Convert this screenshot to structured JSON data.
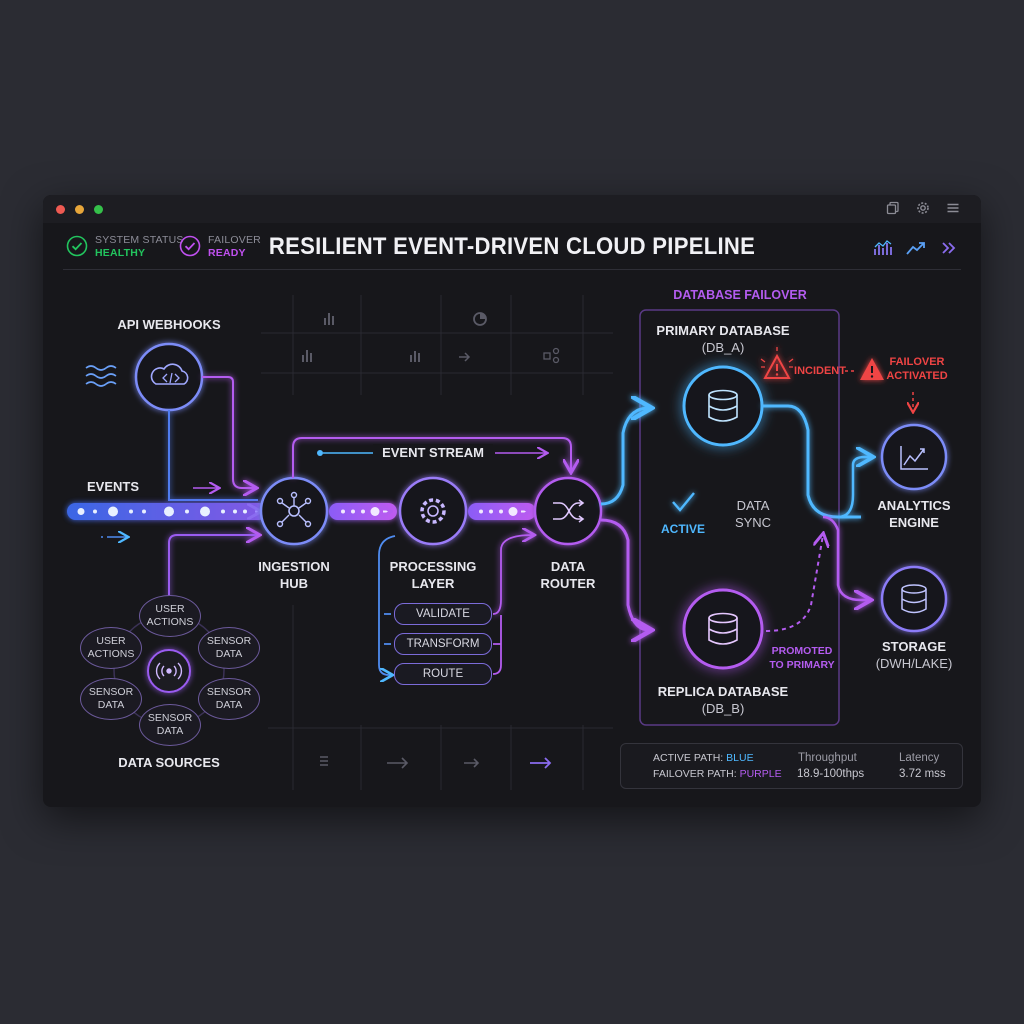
{
  "window": {
    "title": "RESILIENT EVENT-DRIVEN CLOUD PIPELINE"
  },
  "status": {
    "system": {
      "label": "SYSTEM STATUS",
      "value": "HEALTHY",
      "color": "#22c55e"
    },
    "failover": {
      "label": "FAILOVER",
      "value": "READY",
      "color": "#c050f0"
    }
  },
  "nodes": {
    "api": "API WEBHOOKS",
    "events": "EVENTS",
    "ingestion": [
      "INGESTION",
      "HUB"
    ],
    "processing": [
      "PROCESSING",
      "LAYER"
    ],
    "router": [
      "DATA",
      "ROUTER"
    ],
    "event_stream": "EVENT STREAM",
    "data_sources": "DATA SOURCES",
    "analytics": [
      "ANALYTICS",
      "ENGINE"
    ],
    "storage": [
      "STORAGE",
      "(DWH/LAKE)"
    ]
  },
  "processing_steps": [
    "VALIDATE",
    "TRANSFORM",
    "ROUTE"
  ],
  "sources": {
    "top": [
      "USER",
      "ACTIONS"
    ],
    "left": [
      "USER",
      "ACTIONS"
    ],
    "right_top": [
      "SENSOR",
      "DATA"
    ],
    "left_bottom": [
      "SENSOR",
      "DATA"
    ],
    "right_bottom": [
      "SENSOR",
      "DATA"
    ],
    "bottom": [
      "SENSOR",
      "DATA"
    ]
  },
  "failover": {
    "group_title": "DATABASE FAILOVER",
    "primary": [
      "PRIMARY DATABASE",
      "(DB_A)"
    ],
    "replica": [
      "REPLICA DATABASE",
      "(DB_B)"
    ],
    "active": "ACTIVE",
    "sync": [
      "DATA",
      "SYNC"
    ],
    "incident": "INCIDENT",
    "activated": [
      "FAILOVER",
      "ACTIVATED"
    ],
    "promoted": [
      "PROMOTED",
      "TO PRIMARY"
    ]
  },
  "legend": {
    "active_prefix": "ACTIVE PATH:",
    "active_word": "BLUE",
    "failover_prefix": "FAILOVER PATH:",
    "failover_word": "PURPLE",
    "throughput_label": "Throughput",
    "throughput_value": "18.9-100thps",
    "latency_label": "Latency",
    "latency_value": "3.72 mss"
  },
  "colors": {
    "blue": "#4fb8ff",
    "purple": "#b45cf0",
    "violet": "#8b6cf0",
    "red": "#ef4444",
    "green": "#22c55e"
  },
  "icons": {
    "toolbar": [
      "copy-icon",
      "gear-icon",
      "menu-icon"
    ],
    "header": [
      "bar-chart-icon",
      "trend-up-icon",
      "chevrons-right-icon"
    ],
    "nodes": [
      "cloud-code-icon",
      "hub-icon",
      "gear-icon",
      "shuffle-icon",
      "database-icon",
      "line-chart-icon",
      "signal-icon",
      "warning-icon",
      "check-icon"
    ]
  }
}
